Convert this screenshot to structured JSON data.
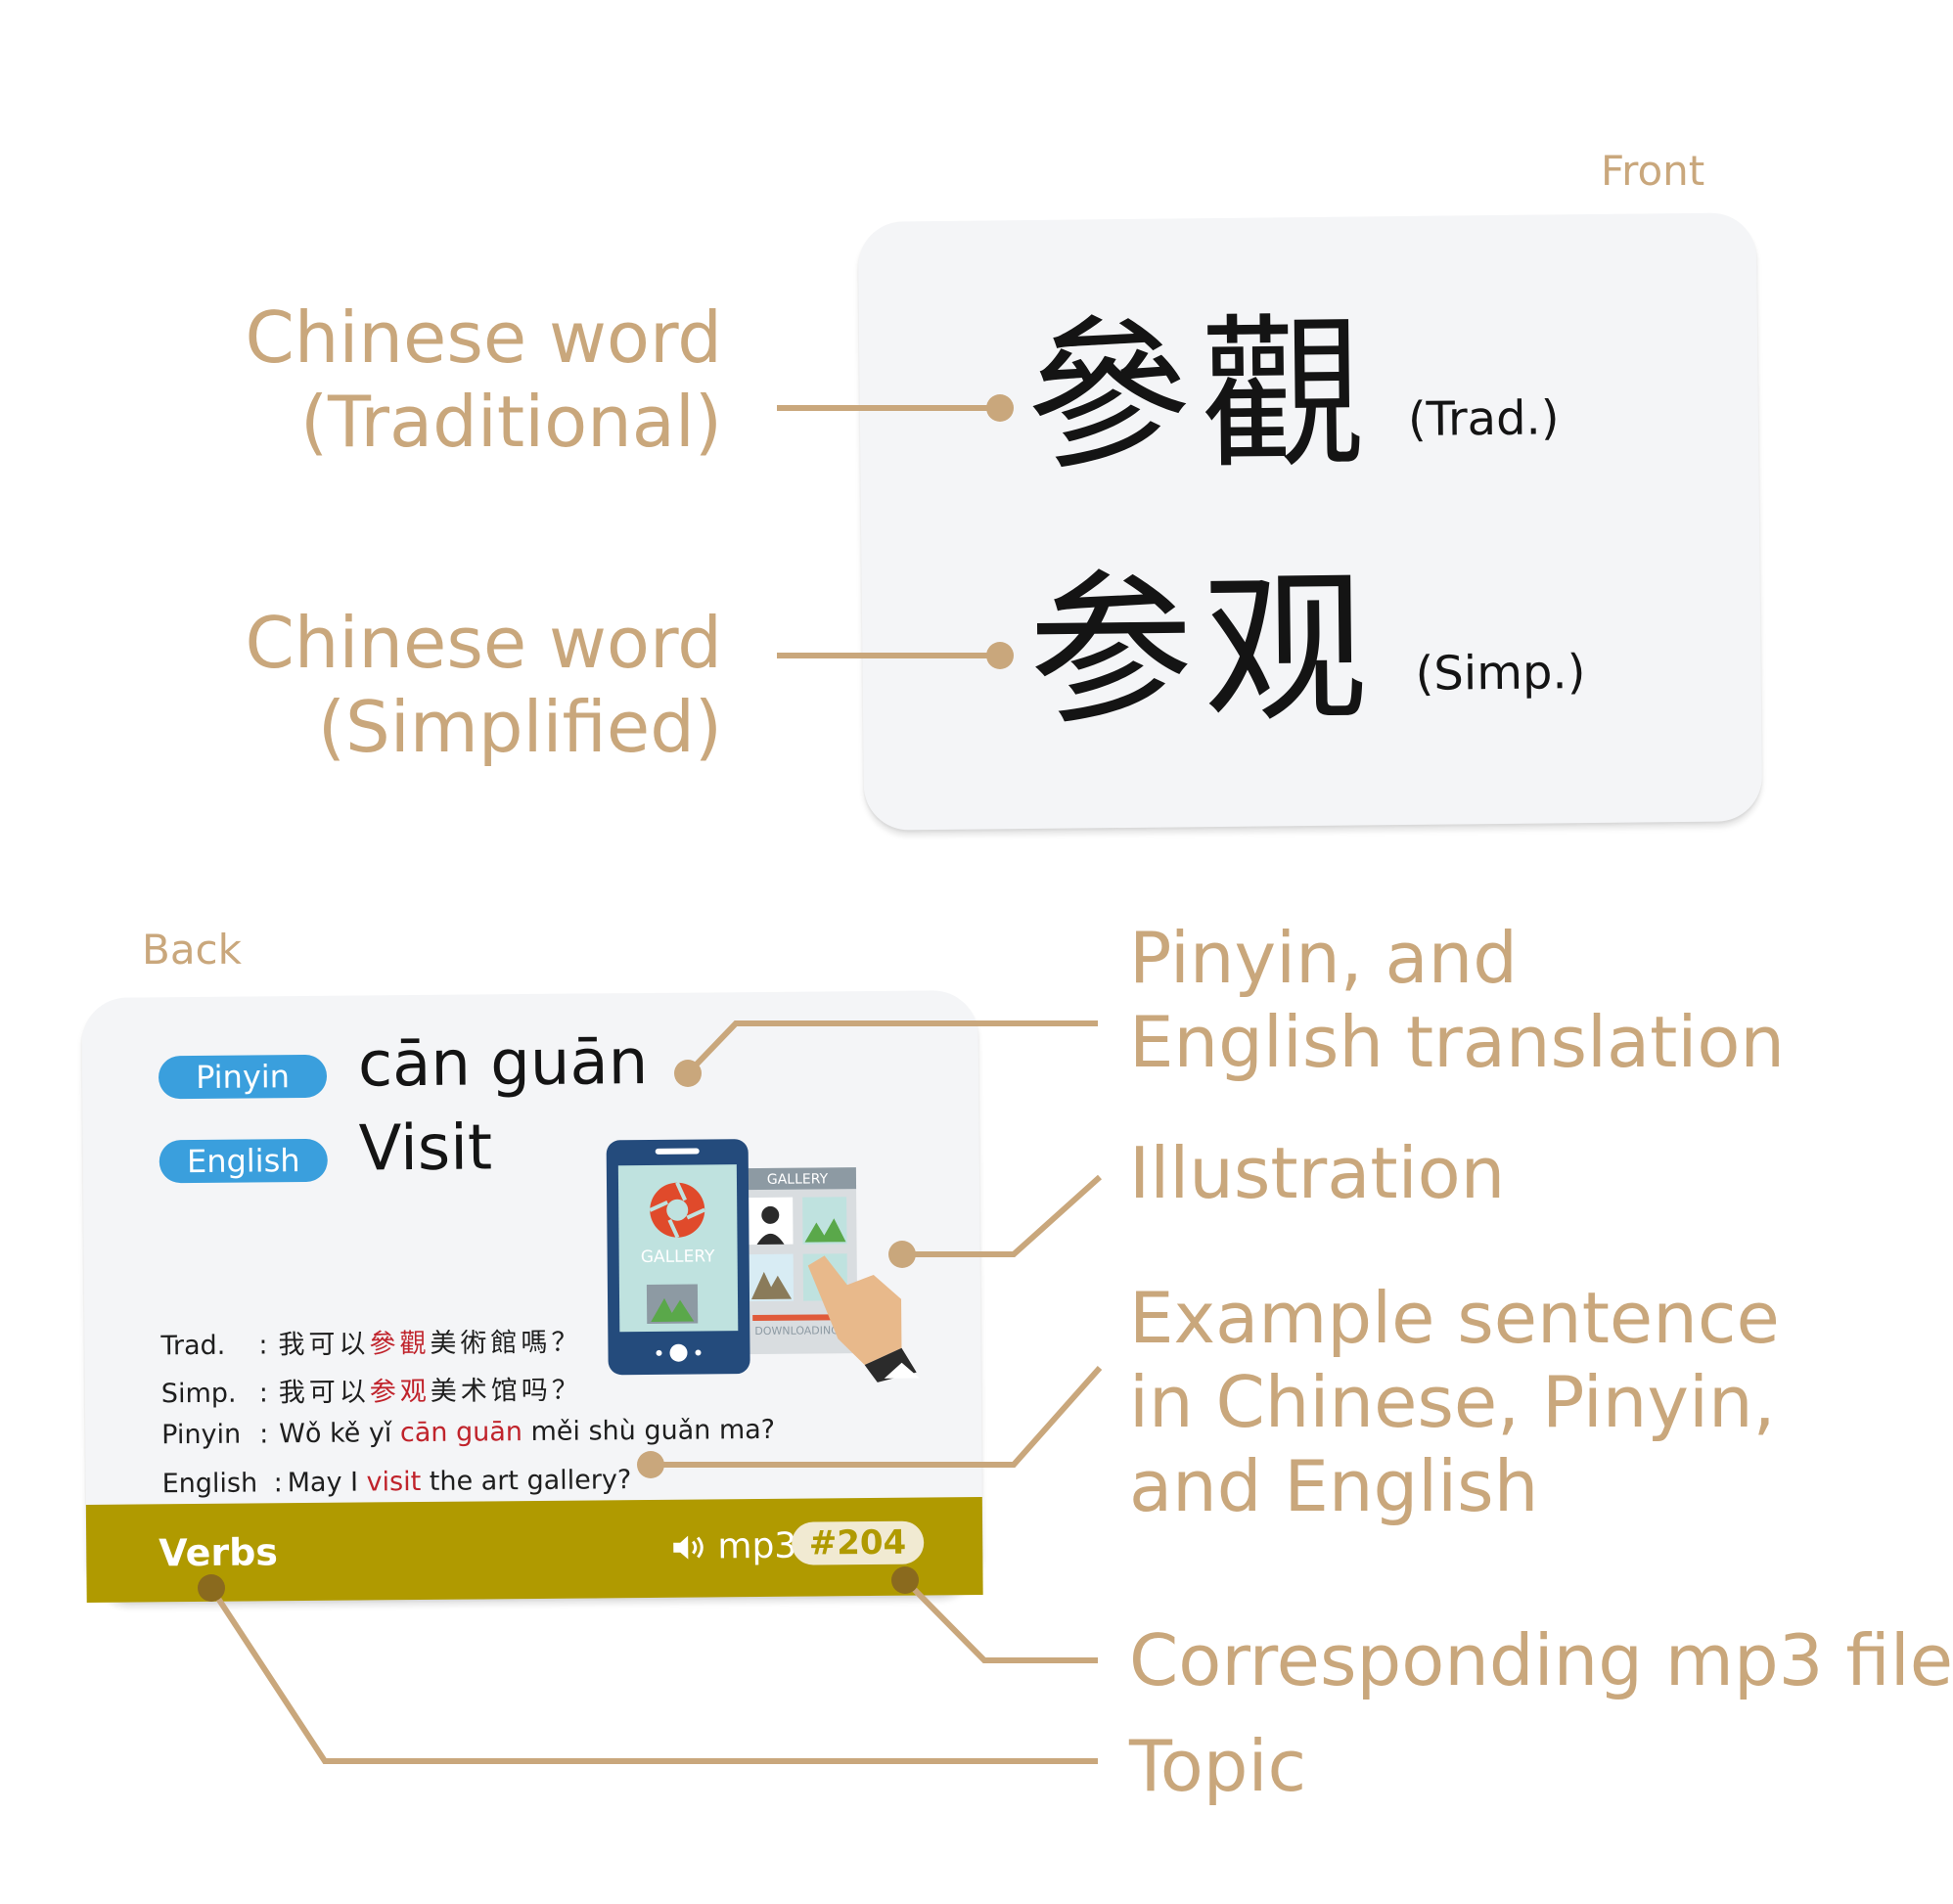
{
  "labels": {
    "front": "Front",
    "back": "Back"
  },
  "callouts": {
    "trad": [
      "Chinese word",
      "(Traditional)"
    ],
    "simp": [
      "Chinese word",
      "(Simplified)"
    ],
    "pinyin_english": [
      "Pinyin, and",
      "English translation"
    ],
    "illustration": "Illustration",
    "example": [
      "Example sentence",
      "in Chinese, Pinyin,",
      "and English"
    ],
    "mp3": "Corresponding mp3 file",
    "topic": "Topic"
  },
  "front_card": {
    "trad_chars": "參觀",
    "trad_tag": "(Trad.)",
    "simp_chars": "参观",
    "simp_tag": "(Simp.)"
  },
  "back_card": {
    "pinyin_pill": "Pinyin",
    "pinyin_word": "cān guān",
    "english_pill": "English",
    "english_word": "Visit",
    "illustration": {
      "app_label": "GALLERY",
      "panel_label": "GALLERY",
      "download_label": "DOWNLOADING"
    },
    "example": {
      "trad": {
        "label": "Trad.",
        "colon": ":",
        "pre": "我可以",
        "key": "參觀",
        "post": "美術館嗎？"
      },
      "simp": {
        "label": "Simp.",
        "colon": ":",
        "pre": "我可以",
        "key": "参观",
        "post": "美术馆吗？"
      },
      "pinyin": {
        "label": "Pinyin",
        "colon": ":",
        "pre": "Wǒ kě yǐ ",
        "key": "cān guān",
        "post": " měi shù guǎn ma?"
      },
      "english": {
        "label": "English",
        "colon": ":",
        "pre": "May I ",
        "key": "visit",
        "post": " the art gallery?"
      }
    },
    "topic": "Verbs",
    "mp3_label": "mp3",
    "mp3_number": "#204"
  },
  "colors": {
    "callout": "#c9a77c",
    "pill_blue": "#3a9fdd",
    "footer_olive": "#b09a00",
    "highlight_red": "#c0232b"
  },
  "icons": [
    "speaker-icon",
    "camera-shutter-icon",
    "phone-icon",
    "hand-icon"
  ]
}
